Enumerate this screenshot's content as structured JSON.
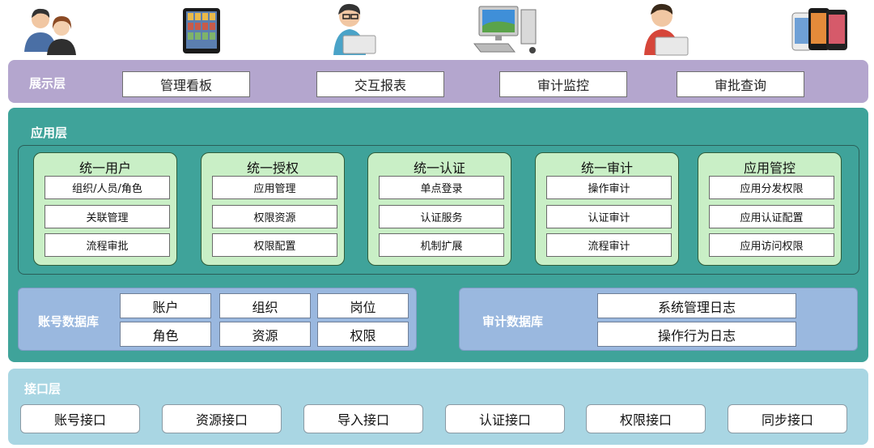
{
  "users": [
    {
      "icon": "two-users-icon"
    },
    {
      "icon": "tablet-icon"
    },
    {
      "icon": "user-laptop-icon"
    },
    {
      "icon": "desktop-computer-icon"
    },
    {
      "icon": "user-laptop-red-icon"
    },
    {
      "icon": "smartphones-icon"
    }
  ],
  "display_layer": {
    "title": "展示层",
    "items": [
      "管理看板",
      "交互报表",
      "审计监控",
      "审批查询"
    ]
  },
  "app_layer": {
    "title": "应用层",
    "modules": [
      {
        "title": "统一用户",
        "items": [
          "组织/人员/角色",
          "关联管理",
          "流程审批"
        ]
      },
      {
        "title": "统一授权",
        "items": [
          "应用管理",
          "权限资源",
          "权限配置"
        ]
      },
      {
        "title": "统一认证",
        "items": [
          "单点登录",
          "认证服务",
          "机制扩展"
        ]
      },
      {
        "title": "统一审计",
        "items": [
          "操作审计",
          "认证审计",
          "流程审计"
        ]
      },
      {
        "title": "应用管控",
        "items": [
          "应用分发权限",
          "应用认证配置",
          "应用访问权限"
        ]
      }
    ],
    "account_db": {
      "title": "账号数据库",
      "cells": [
        "账户",
        "组织",
        "岗位",
        "角色",
        "资源",
        "权限"
      ]
    },
    "audit_db": {
      "title": "审计数据库",
      "cells": [
        "系统管理日志",
        "操作行为日志"
      ]
    }
  },
  "interface_layer": {
    "title": "接口层",
    "items": [
      "账号接口",
      "资源接口",
      "导入接口",
      "认证接口",
      "权限接口",
      "同步接口"
    ]
  },
  "colors": {
    "display_bg": "#b4a6ce",
    "app_bg": "#3fa39a",
    "module_bg": "#c9efc6",
    "db_bg": "#9ab8df",
    "interface_bg": "#a9d6e3"
  }
}
